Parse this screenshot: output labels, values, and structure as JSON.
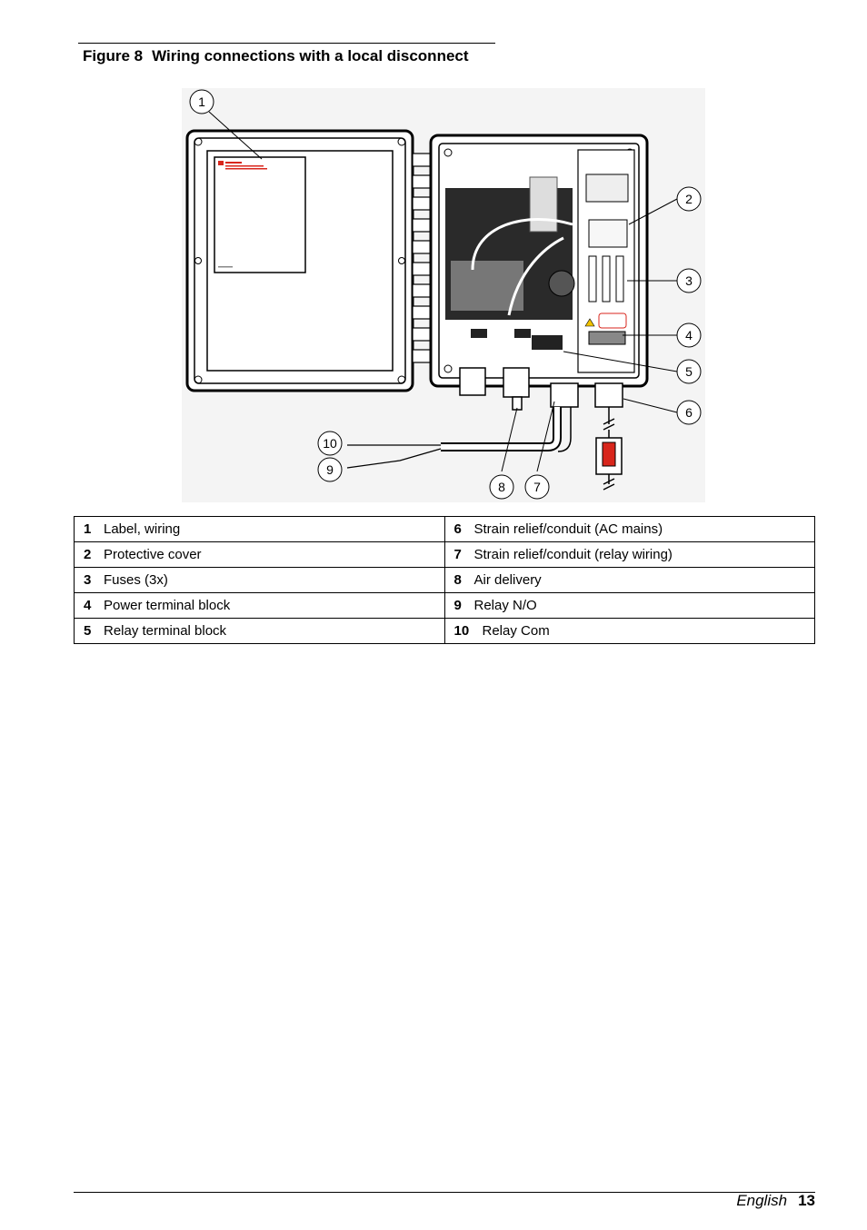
{
  "figure": {
    "number": "Figure 8",
    "title": "Wiring connections with a local disconnect",
    "callouts": [
      "1",
      "2",
      "3",
      "4",
      "5",
      "6",
      "7",
      "8",
      "9",
      "10"
    ]
  },
  "legend": [
    [
      {
        "num": "1",
        "text": "Label, wiring"
      },
      {
        "num": "6",
        "text": "Strain relief/conduit (AC mains)"
      }
    ],
    [
      {
        "num": "2",
        "text": "Protective cover"
      },
      {
        "num": "7",
        "text": "Strain relief/conduit (relay wiring)"
      }
    ],
    [
      {
        "num": "3",
        "text": "Fuses (3x)"
      },
      {
        "num": "8",
        "text": "Air delivery"
      }
    ],
    [
      {
        "num": "4",
        "text": "Power terminal block"
      },
      {
        "num": "9",
        "text": "Relay N/O"
      }
    ],
    [
      {
        "num": "5",
        "text": "Relay terminal block"
      },
      {
        "num": "10",
        "text": "Relay Com"
      }
    ]
  ],
  "footer": {
    "language": "English",
    "page": "13"
  }
}
